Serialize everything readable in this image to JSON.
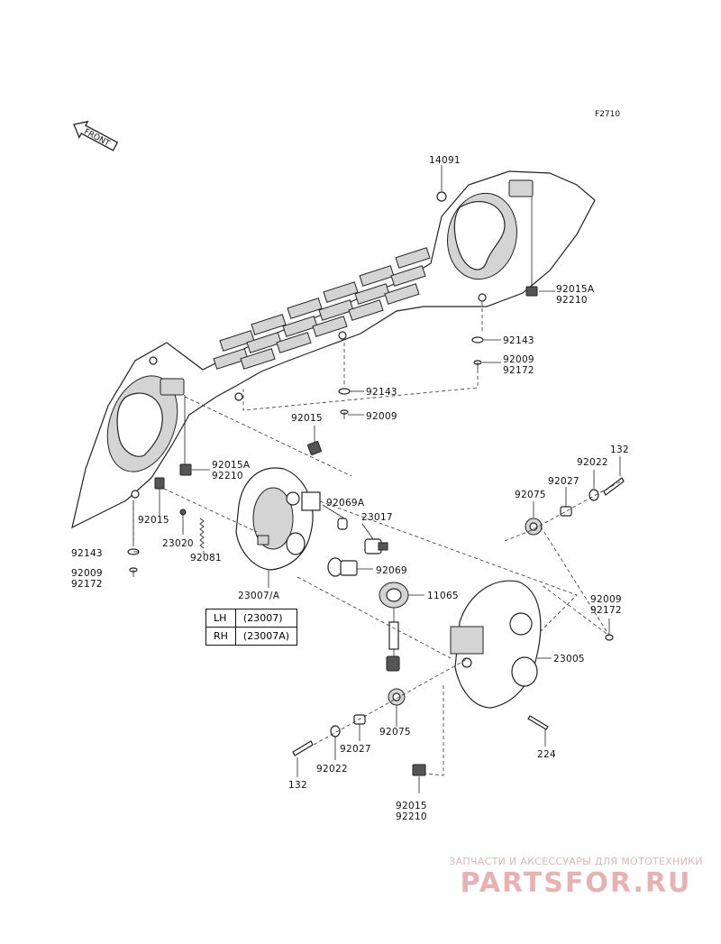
{
  "figure_code": "F2710",
  "front_label": "FRONT",
  "callouts": {
    "c14091": "14091",
    "c92015A_r": "92015A",
    "c92210_r": "92210",
    "c92143_r": "92143",
    "c92009_r": "92009",
    "c92172_r": "92172",
    "c92143_m": "92143",
    "c92009_m": "92009",
    "c92015_m": "92015",
    "c92015A_l": "92015A",
    "c92210_l": "92210",
    "c92069A": "92069A",
    "c23017": "23017",
    "c92015_l": "92015",
    "c23020": "23020",
    "c92081": "92081",
    "c92143_l": "92143",
    "c92009_l": "92009",
    "c92172_l": "92172",
    "c92069": "92069",
    "c11065": "11065",
    "c23007A": "23007/A",
    "c132_t": "132",
    "c92022_t": "92022",
    "c92027_t": "92027",
    "c92075_t": "92075",
    "c92009_rr": "92009",
    "c92172_rr": "92172",
    "c23005": "23005",
    "c224": "224",
    "c92075_b": "92075",
    "c92027_b": "92027",
    "c92022_b": "92022",
    "c132_b": "132",
    "c92015_b": "92015",
    "c92210_b": "92210"
  },
  "side_table": [
    {
      "side": "LH",
      "part": "(23007)"
    },
    {
      "side": "RH",
      "part": "(23007A)"
    }
  ],
  "watermark": {
    "tagline": "ЗАПЧАСТИ И АКСЕССУАРЫ ДЛЯ МОТОТЕХНИКИ",
    "logo": "PARTSFOR.RU",
    "color": "#e8b2b2"
  }
}
